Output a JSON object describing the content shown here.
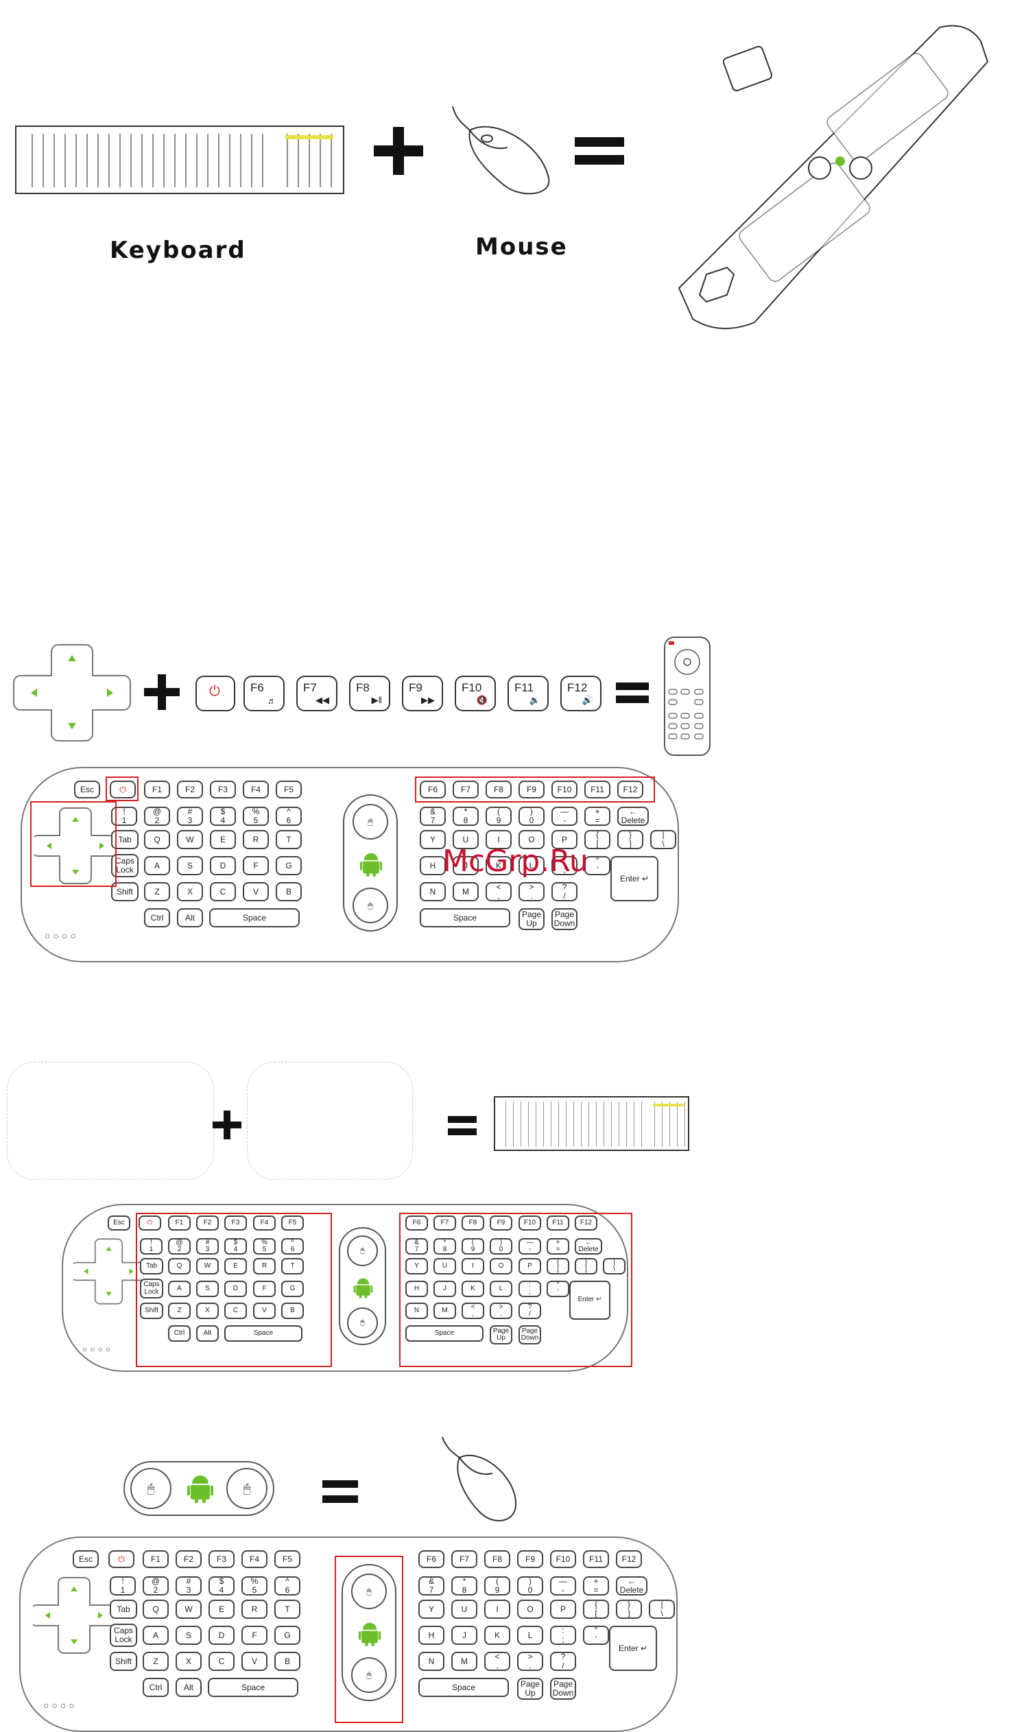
{
  "top": {
    "keyboard_label": "Keyboard",
    "mouse_label": "Mouse"
  },
  "section2": {
    "fkeys": [
      {
        "label": "F6",
        "glyph": "♬"
      },
      {
        "label": "F7",
        "glyph": "◀◀"
      },
      {
        "label": "F8",
        "glyph": "▶‖"
      },
      {
        "label": "F9",
        "glyph": "▶▶"
      },
      {
        "label": "F10",
        "glyph": "🔇"
      },
      {
        "label": "F11",
        "glyph": "🔉"
      },
      {
        "label": "F12",
        "glyph": "🔊"
      }
    ],
    "power_glyph": "⏻"
  },
  "remote": {
    "esc": "Esc",
    "power": "⏻",
    "f_left": [
      "F1",
      "F2",
      "F3",
      "F4",
      "F5"
    ],
    "f_right": [
      "F6",
      "F7",
      "F8",
      "F9",
      "F10",
      "F11",
      "F12"
    ],
    "num_left": [
      [
        "!",
        "1"
      ],
      [
        "@",
        "2"
      ],
      [
        "#",
        "3"
      ],
      [
        "$",
        "4"
      ],
      [
        "%",
        "5"
      ],
      [
        "^",
        "6"
      ]
    ],
    "num_right": [
      [
        "&",
        "7"
      ],
      [
        "*",
        "8"
      ],
      [
        "(",
        "9"
      ],
      [
        ")",
        "0"
      ],
      [
        "—",
        "-"
      ],
      [
        "+",
        "="
      ]
    ],
    "delete": "← Delete",
    "tab": "Tab",
    "row_q_left": [
      "Q",
      "W",
      "E",
      "R",
      "T"
    ],
    "row_q_right": [
      "Y",
      "U",
      "I",
      "O",
      "P"
    ],
    "brackets": [
      [
        "{",
        "["
      ],
      [
        "}",
        "]"
      ],
      [
        "|",
        "\\"
      ]
    ],
    "caps": "Caps Lock",
    "row_a_left": [
      "A",
      "S",
      "D",
      "F",
      "G"
    ],
    "row_a_right": [
      "H",
      "J",
      "K",
      "L"
    ],
    "semicolon": [
      ":",
      ";"
    ],
    "quote": [
      "\"",
      "'"
    ],
    "shift": "Shift",
    "row_z_left": [
      "Z",
      "X",
      "C",
      "V",
      "B"
    ],
    "row_z_right": [
      "N",
      "M"
    ],
    "punct": [
      [
        "<",
        ","
      ],
      [
        ">",
        "."
      ],
      [
        "?",
        "/"
      ]
    ],
    "enter": "Enter ↵",
    "ctrl": "Ctrl",
    "alt": "Alt",
    "space": "Space",
    "page_up": "Page Up",
    "page_down": "Page Down",
    "led_dots": "○○○○"
  },
  "watermark": "McGrp.Ru",
  "colors": {
    "accent_green": "#6cbf2a",
    "highlight_red": "#d42020"
  }
}
